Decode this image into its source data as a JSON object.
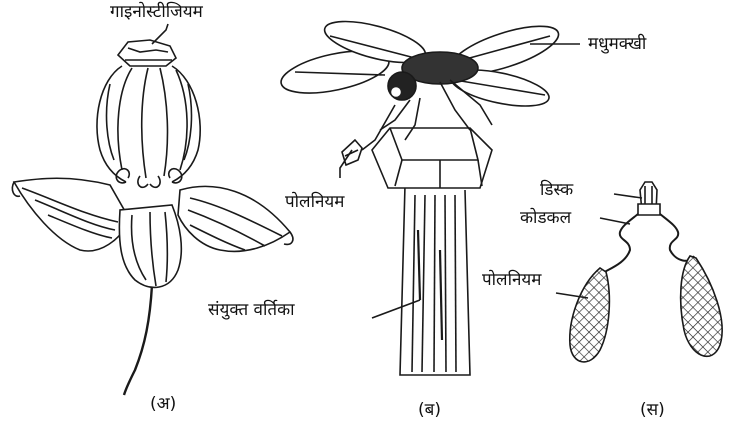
{
  "labels": {
    "gynostegium": "गाइनोस्टीजियम",
    "honeybee": "मधुमक्खी",
    "pollinium_b": "पोलनियम",
    "fused_style": "संयुक्त वर्तिका",
    "disc": "डिस्क",
    "caudicle": "कोडकल",
    "pollinium_c": "पोलनियम",
    "panel_a": "(अ)",
    "panel_b": "(ब)",
    "panel_c": "(स)"
  }
}
